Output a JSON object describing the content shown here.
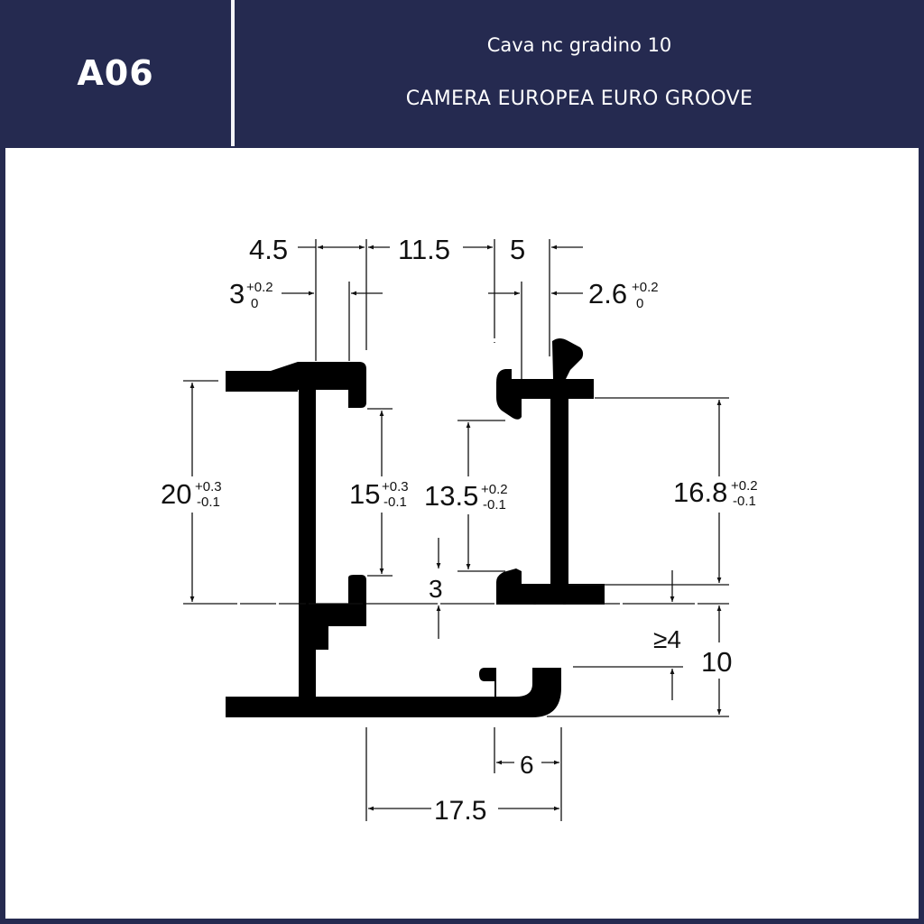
{
  "header": {
    "code": "A06",
    "title": "Cava nc gradino 10",
    "subtitle": "CAMERA EUROPEA EURO GROOVE"
  },
  "colors": {
    "navy": "#252a50",
    "profile": "#000000",
    "background": "#ffffff"
  },
  "drawing": {
    "type": "technical cross-section",
    "dimensions": {
      "top_widths": [
        {
          "value": "4.5"
        },
        {
          "value": "11.5"
        },
        {
          "value": "5"
        }
      ],
      "top_slots": [
        {
          "value": "3",
          "tol_upper": "+0.2",
          "tol_lower": "0"
        },
        {
          "value": "2.6",
          "tol_upper": "+0.2",
          "tol_lower": "0"
        }
      ],
      "left_height": {
        "value": "20",
        "tol_upper": "+0.3",
        "tol_lower": "-0.1"
      },
      "inner_height_left": {
        "value": "15",
        "tol_upper": "+0.3",
        "tol_lower": "-0.1"
      },
      "inner_height_right": {
        "value": "13.5",
        "tol_upper": "+0.2",
        "tol_lower": "-0.1"
      },
      "right_height": {
        "value": "16.8",
        "tol_upper": "+0.2",
        "tol_lower": "-0.1"
      },
      "step_gap": {
        "value": "3"
      },
      "min_depth": {
        "value": "≥4"
      },
      "step_height": {
        "value": "10"
      },
      "groove_width": {
        "value": "6"
      },
      "base_width": {
        "value": "17.5"
      }
    }
  }
}
